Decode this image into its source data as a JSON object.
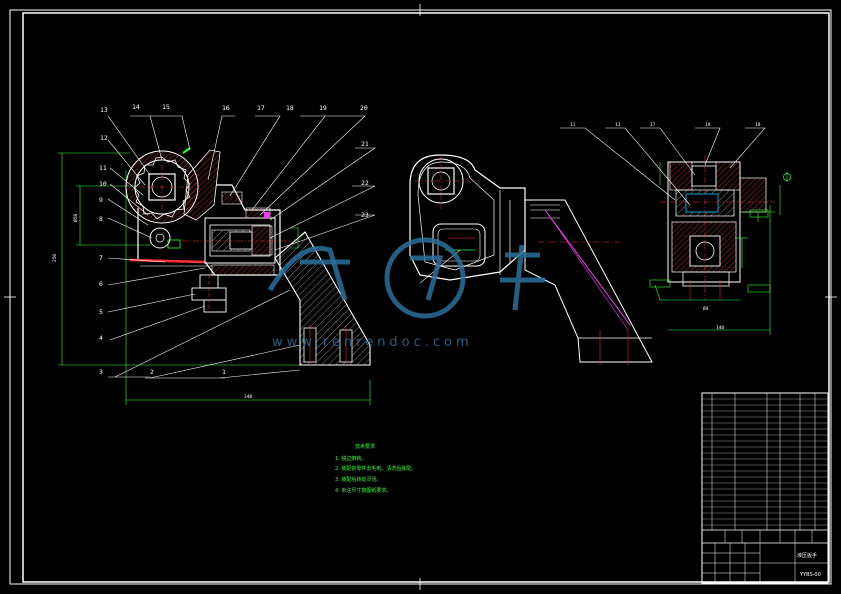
{
  "balloons": {
    "n1": "1",
    "n2": "2",
    "n3": "3",
    "n4": "4",
    "n5": "5",
    "n6": "6",
    "n7": "7",
    "n8": "8",
    "n9": "9",
    "n10": "10",
    "n11": "11",
    "n12": "12",
    "n13": "13",
    "n14": "14",
    "n15": "15",
    "n16": "16",
    "n17": "17",
    "n18": "18",
    "n19": "19",
    "n20": "20",
    "n21": "21",
    "n22": "22",
    "n23": "23"
  },
  "watermark": {
    "text": "www.renrendoc.com"
  },
  "title_block": {
    "drawing_name": "液压扳手",
    "drawing_number": "YYBS-00"
  },
  "colors": {
    "frame": "#ffffff",
    "outline": "#ffffff",
    "hatch": "#ff3333",
    "center": "#ff3333",
    "dimension": "#33ff33",
    "accent": "#ff33ff",
    "cyan": "#00ccff",
    "watermark": "#2a6f99"
  }
}
